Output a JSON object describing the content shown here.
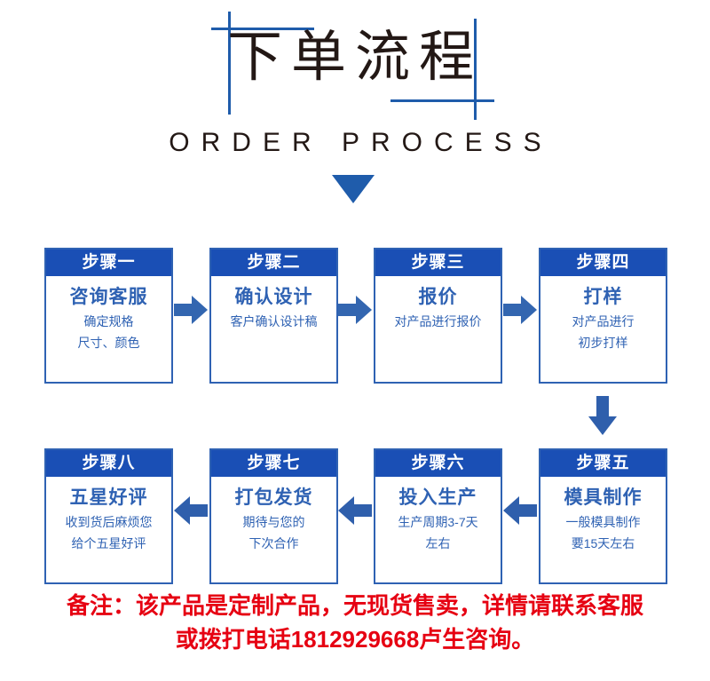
{
  "header": {
    "title_cn": "下单流程",
    "title_en": "ORDER PROCESS",
    "chevron_icon": "down-triangle-icon",
    "accent_color": "#1f5cab",
    "title_color": "#231815"
  },
  "colors": {
    "header_bar": "#1a4fb5",
    "box_border": "#2f62b3",
    "box_text": "#2f62b3",
    "arrow": "#3366b0",
    "note": "#e60012"
  },
  "steps": [
    {
      "head": "步骤一",
      "title": "咨询客服",
      "desc": [
        "确定规格",
        "尺寸、颜色"
      ]
    },
    {
      "head": "步骤二",
      "title": "确认设计",
      "desc": [
        "客户确认设计稿"
      ]
    },
    {
      "head": "步骤三",
      "title": "报价",
      "desc": [
        "对产品进行报价"
      ]
    },
    {
      "head": "步骤四",
      "title": "打样",
      "desc": [
        "对产品进行",
        "初步打样"
      ]
    },
    {
      "head": "步骤五",
      "title": "模具制作",
      "desc": [
        "一般模具制作",
        "要15天左右"
      ]
    },
    {
      "head": "步骤六",
      "title": "投入生产",
      "desc": [
        "生产周期3-7天",
        "左右"
      ]
    },
    {
      "head": "步骤七",
      "title": "打包发货",
      "desc": [
        "期待与您的",
        "下次合作"
      ]
    },
    {
      "head": "步骤八",
      "title": "五星好评",
      "desc": [
        "收到货后麻烦您",
        "给个五星好评"
      ]
    }
  ],
  "arrows": [
    {
      "name": "arrow-step1-to-step2",
      "dir": "right"
    },
    {
      "name": "arrow-step2-to-step3",
      "dir": "right"
    },
    {
      "name": "arrow-step3-to-step4",
      "dir": "right"
    },
    {
      "name": "arrow-step4-to-step5",
      "dir": "down"
    },
    {
      "name": "arrow-step5-to-step6",
      "dir": "left"
    },
    {
      "name": "arrow-step6-to-step7",
      "dir": "left"
    },
    {
      "name": "arrow-step7-to-step8",
      "dir": "left"
    }
  ],
  "note": {
    "line1": "备注：该产品是定制产品，无现货售卖，详情请联系客服",
    "line2": "或拨打电话1812929668卢生咨询。"
  }
}
